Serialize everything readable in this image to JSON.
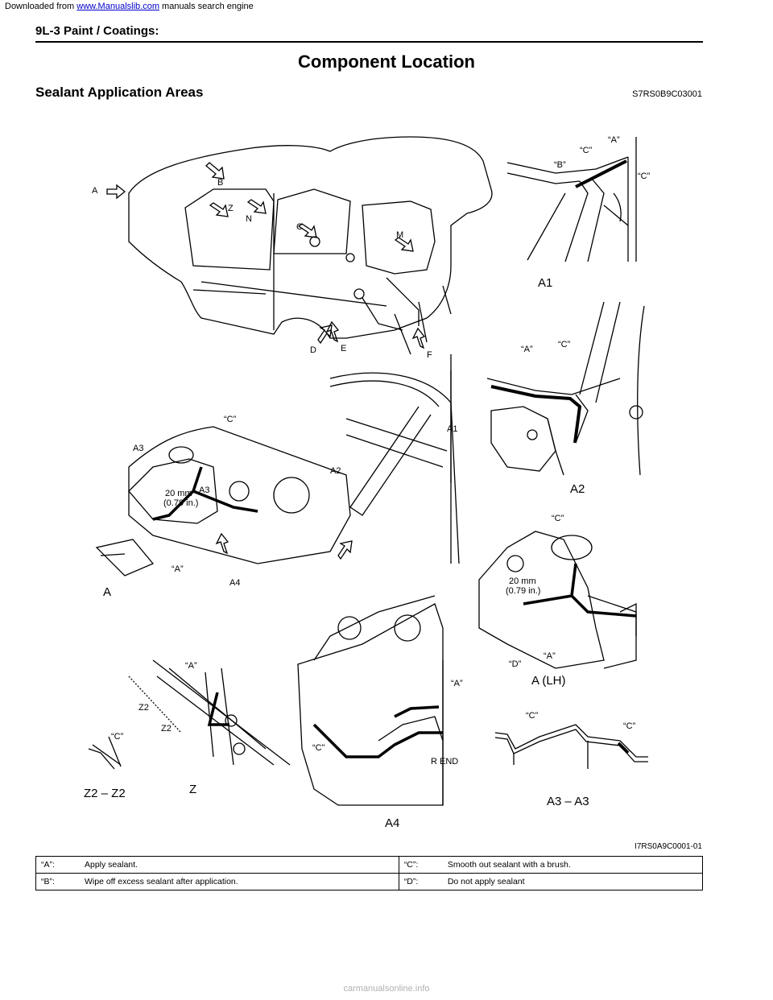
{
  "download_bar": {
    "prefix": "Downloaded from ",
    "link": "www.Manualslib.com",
    "suffix": " manuals search engine"
  },
  "header": {
    "section": "9L-3   Paint / Coatings:"
  },
  "page_title": "Component Location",
  "section_title": "Sealant Application Areas",
  "section_code": "S7RS0B9C03001",
  "figure": {
    "code": "I7RS0A9C0001-01",
    "views": {
      "a1": "A1",
      "a2": "A2",
      "a": "A",
      "a_lh": "A (LH)",
      "z2": "Z2 – Z2",
      "z": "Z",
      "a4": "A4",
      "a3": "A3 – A3"
    },
    "body_arrows": [
      "A",
      "B",
      "Z",
      "N",
      "C",
      "M",
      "D",
      "E",
      "F"
    ],
    "callouts": {
      "a_q": "“A”",
      "b_q": "“B”",
      "c_q": "“C”",
      "d_q": "“D”",
      "dim_mm": "20 mm",
      "dim_in": "(0.79 in.)",
      "r_end": "R END",
      "lbl_a1": "A1",
      "lbl_a2": "A2",
      "lbl_a3": "A3",
      "lbl_a4": "A4",
      "lbl_z2": "Z2"
    }
  },
  "legend": [
    {
      "k1": "“A”:",
      "v1": "Apply sealant.",
      "k2": "“C”:",
      "v2": "Smooth out sealant with a brush."
    },
    {
      "k1": "“B”:",
      "v1": "Wipe off excess sealant after application.",
      "k2": "“D”:",
      "v2": "Do not apply sealant"
    }
  ],
  "footer": "carmanualsonline.info"
}
